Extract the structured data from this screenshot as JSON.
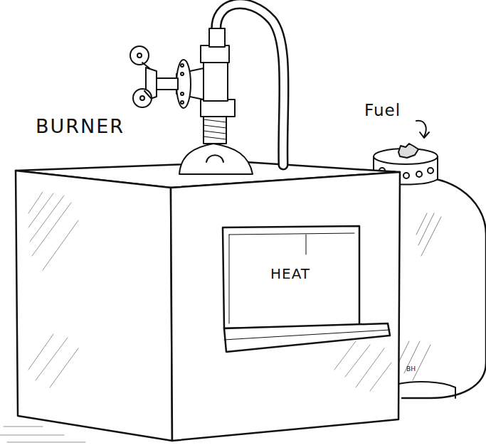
{
  "diagram": {
    "nodes": [
      {
        "text": [
          "HEAT"
        ]
      }
    ],
    "labels": [
      "BURNER",
      "Fuel",
      "BH"
    ]
  }
}
